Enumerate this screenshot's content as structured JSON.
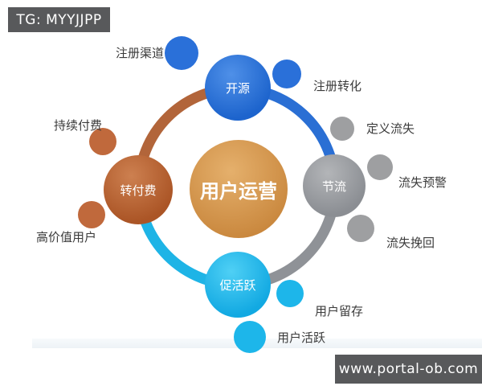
{
  "watermarks": {
    "telegram": "TG: MYYJJPP",
    "website": "www.portal-ob.com"
  },
  "diagram": {
    "center": {
      "label": "用户运营"
    },
    "nodes": {
      "top": {
        "label": "开源"
      },
      "right": {
        "label": "节流"
      },
      "bottom": {
        "label": "促活跃"
      },
      "left": {
        "label": "转付费"
      }
    },
    "satellites": {
      "reg_channel": {
        "label": "注册渠道"
      },
      "reg_conversion": {
        "label": "注册转化"
      },
      "churn_define": {
        "label": "定义流失"
      },
      "churn_warning": {
        "label": "流失预警"
      },
      "churn_recovery": {
        "label": "流失挽回"
      },
      "user_retention": {
        "label": "用户留存"
      },
      "user_active": {
        "label": "用户活跃"
      },
      "high_value_user": {
        "label": "高价值用户"
      },
      "continuous_pay": {
        "label": "持续付费"
      }
    }
  },
  "colors": {
    "arc_blue": "#2a6fd4",
    "arc_gray": "#8f9297",
    "arc_cyan": "#1eb4e6",
    "arc_orange": "#b2653a",
    "dot_blue": "#2a70d9",
    "dot_gray": "#9e9fa1",
    "dot_cyan": "#1db6ea",
    "dot_orange": "#c0693c",
    "banner_bg": "#58595b",
    "label_text": "#3b3b3b"
  }
}
